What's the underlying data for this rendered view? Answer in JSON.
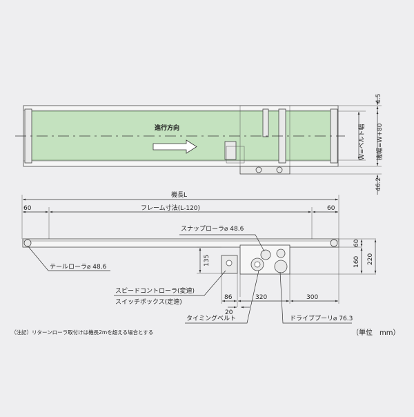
{
  "top_view": {
    "direction_label": "進行方向",
    "belt_color": "#c4e2bf",
    "dim_4_5": "4.5",
    "dim_belt_width": "W=ベルト幅",
    "dim_machine_width": "機幅=W+80",
    "dim_46_2": "46.2"
  },
  "side_view": {
    "machine_length": "機長L",
    "frame_dim": "フレーム寸法(L-120)",
    "left_60": "60",
    "right_60": "60",
    "snap_roller": "スナップローラ⌀ 48.6",
    "tail_roller": "テールローラ⌀ 48.6",
    "speed_controller_1": "スピードコントローラ(変速)",
    "speed_controller_2": "スイッチボックス(定速)",
    "timing_belt": "タイミングベルト",
    "drive_pulley": "ドライブプーリ⌀ 76.3",
    "dim_135": "135",
    "dim_86": "86",
    "dim_20": "20",
    "dim_320": "320",
    "dim_300": "300",
    "dim_60v": "60",
    "dim_160": "160",
    "dim_220": "220"
  },
  "footer": {
    "note": "（注記）リターンローラ取付けは機長2mを超える場合とする",
    "unit": "（単位　mm）"
  }
}
